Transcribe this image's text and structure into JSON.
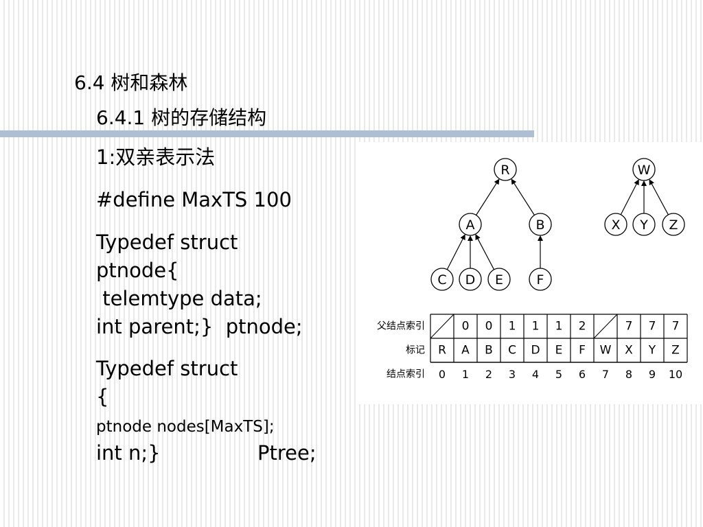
{
  "section_title": "6.4 树和森林",
  "subsection_title": "6.4.1 树的存储结构",
  "method_title": "1:双亲表示法",
  "define_line": "#define MaxTS 100",
  "struct1": {
    "line1": "Typedef struct",
    "line2": "ptnode{",
    "line3": " telemtype data;",
    "line4": "int parent;}  ptnode;"
  },
  "struct2": {
    "line1": "Typedef struct",
    "line2": "{",
    "line3": "ptnode nodes[MaxTS];",
    "line4_left": "int n;}",
    "line4_right": "Ptree;"
  },
  "diagram": {
    "tree1": {
      "root": "R",
      "children": [
        "A",
        "B"
      ],
      "a_children": [
        "C",
        "D",
        "E"
      ],
      "b_children": [
        "F"
      ]
    },
    "tree2": {
      "root": "W",
      "children": [
        "X",
        "Y",
        "Z"
      ]
    },
    "table": {
      "row_labels": [
        "父结点索引",
        "标记",
        "结点索引"
      ],
      "parents": [
        "",
        "0",
        "0",
        "1",
        "1",
        "1",
        "2",
        "",
        "7",
        "7",
        "7"
      ],
      "marks": [
        "R",
        "A",
        "B",
        "C",
        "D",
        "E",
        "F",
        "W",
        "X",
        "Y",
        "Z"
      ],
      "indices": [
        "0",
        "1",
        "2",
        "3",
        "4",
        "5",
        "6",
        "7",
        "8",
        "9",
        "10"
      ]
    }
  }
}
